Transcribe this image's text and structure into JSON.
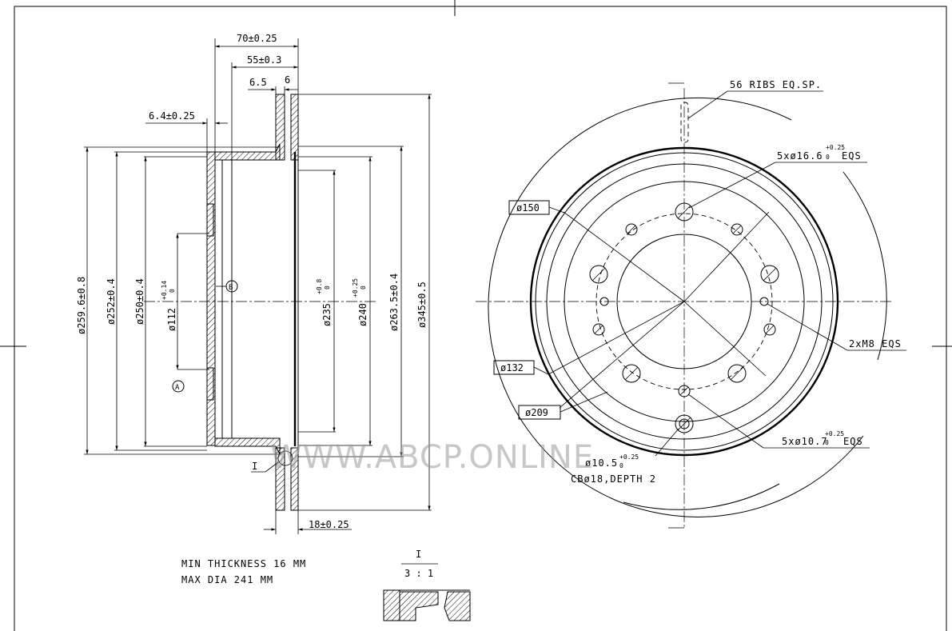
{
  "drawing": {
    "side_view_dims": {
      "width_70": "70±0.25",
      "width_55": "55±0.3",
      "w_6_5": "6.5",
      "w_6": "6",
      "offset_6_4": "6.4±0.25",
      "d_259_6": "ø259.6±0.8",
      "d_252": "ø252±0.4",
      "d_250": "ø250±0.4",
      "d_112": "ø112",
      "d_112_tol_up": "+0.14",
      "d_112_tol_lo": "0",
      "d_235": "ø235",
      "d_235_tol_up": "+0.8",
      "d_235_tol_lo": "0",
      "d_240": "ø240",
      "d_240_tol_up": "+0.25",
      "d_240_tol_lo": "0",
      "d_263_5": "ø263.5±0.4",
      "d_345": "ø345±0.5",
      "thickness_18": "18±0.25",
      "datum_a": "A",
      "datum_b": "B",
      "detail_ref": "I"
    },
    "front_view_dims": {
      "ribs": "56 RIBS EQ.SP.",
      "holes_16_6": "5xø16.6",
      "holes_16_6_tol_up": "+0.25",
      "holes_16_6_tol_lo": "0",
      "holes_16_6_suffix": "EQS",
      "d_150": "ø150",
      "d_132": "ø132",
      "d_209": "ø209",
      "m8": "2xM8 EQS",
      "holes_10_7": "5xø10.7",
      "holes_10_7_tol_up": "+0.25",
      "holes_10_7_tol_lo": "0",
      "holes_10_7_suffix": "EQS",
      "hole_10_5": "ø10.5",
      "hole_10_5_tol_up": "+0.25",
      "hole_10_5_tol_lo": "0",
      "counterbore": "CBø18,DEPTH 2"
    },
    "notes": {
      "min_thickness": "MIN THICKNESS 16 MM",
      "max_dia": "MAX DIA 241 MM"
    },
    "detail": {
      "label": "I",
      "scale": "3 : 1"
    },
    "watermark": "WWW.ABCP.ONLINE"
  }
}
